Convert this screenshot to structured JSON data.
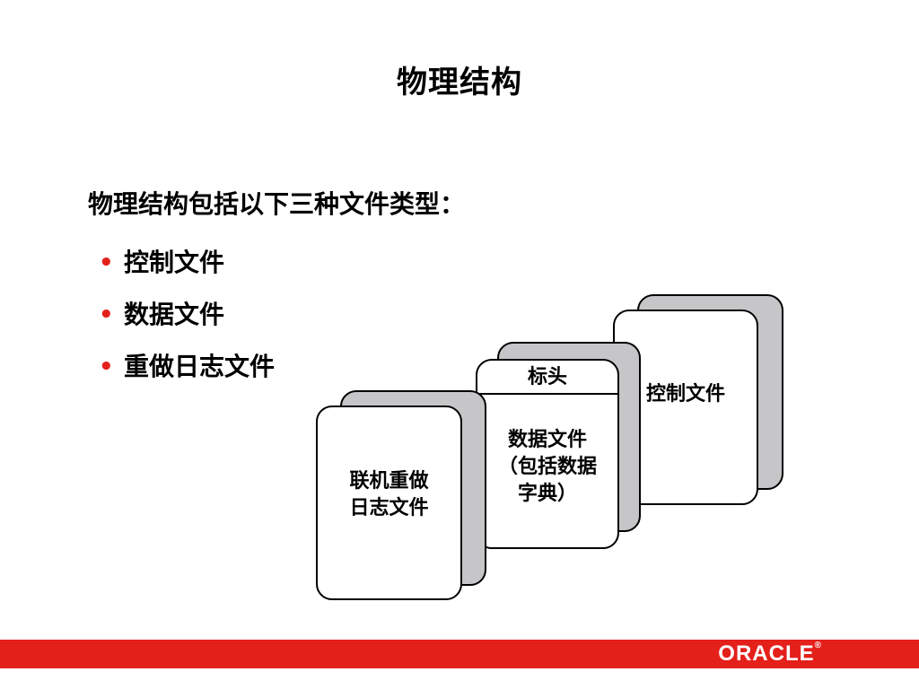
{
  "slide": {
    "title": "物理结构",
    "intro": "物理结构包括以下三种文件类型：",
    "bullets": [
      "控制文件",
      "数据文件",
      "重做日志文件"
    ]
  },
  "diagram": {
    "redo_file": {
      "line1": "联机重做",
      "line2": "日志文件"
    },
    "data_file": {
      "header": "标头",
      "line1": "数据文件",
      "line2": "（包括数据",
      "line3": "字典）"
    },
    "control_file": {
      "label": "控制文件"
    }
  },
  "footer": {
    "brand": "ORACLE",
    "brand_mark": "®"
  },
  "colors": {
    "accent": "#e4201b",
    "file_shadow": "#c6c6c9"
  }
}
